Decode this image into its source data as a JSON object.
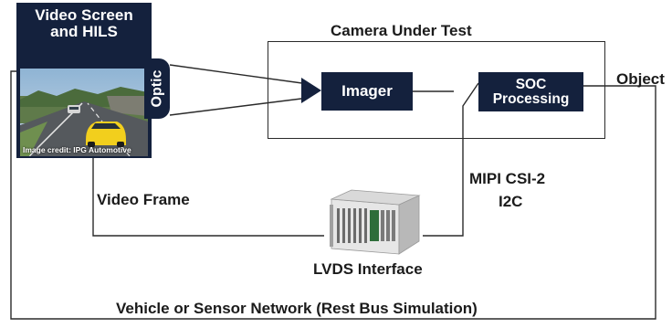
{
  "video_screen": {
    "title_line1": "Video Screen",
    "title_line2": "and HILS",
    "image_credit": "Image credit: IPG Automotive",
    "optic_label": "Optic"
  },
  "camera_under_test": {
    "title": "Camera Under Test",
    "imager_label": "Imager",
    "soc_line1": "SOC",
    "soc_line2": "Processing"
  },
  "labels": {
    "object": "Object",
    "mipi": "MIPI CSI-2",
    "i2c": "I2C",
    "video_frame": "Video Frame",
    "lvds": "LVDS Interface",
    "network": "Vehicle or Sensor Network (Rest Bus Simulation)"
  },
  "colors": {
    "block_fill": "#14213d",
    "line": "#2a2a2a",
    "text": "#1b1b1b"
  },
  "icons": {
    "lvds_device": "rack-chassis-icon",
    "arrow": "arrow-head-icon"
  }
}
